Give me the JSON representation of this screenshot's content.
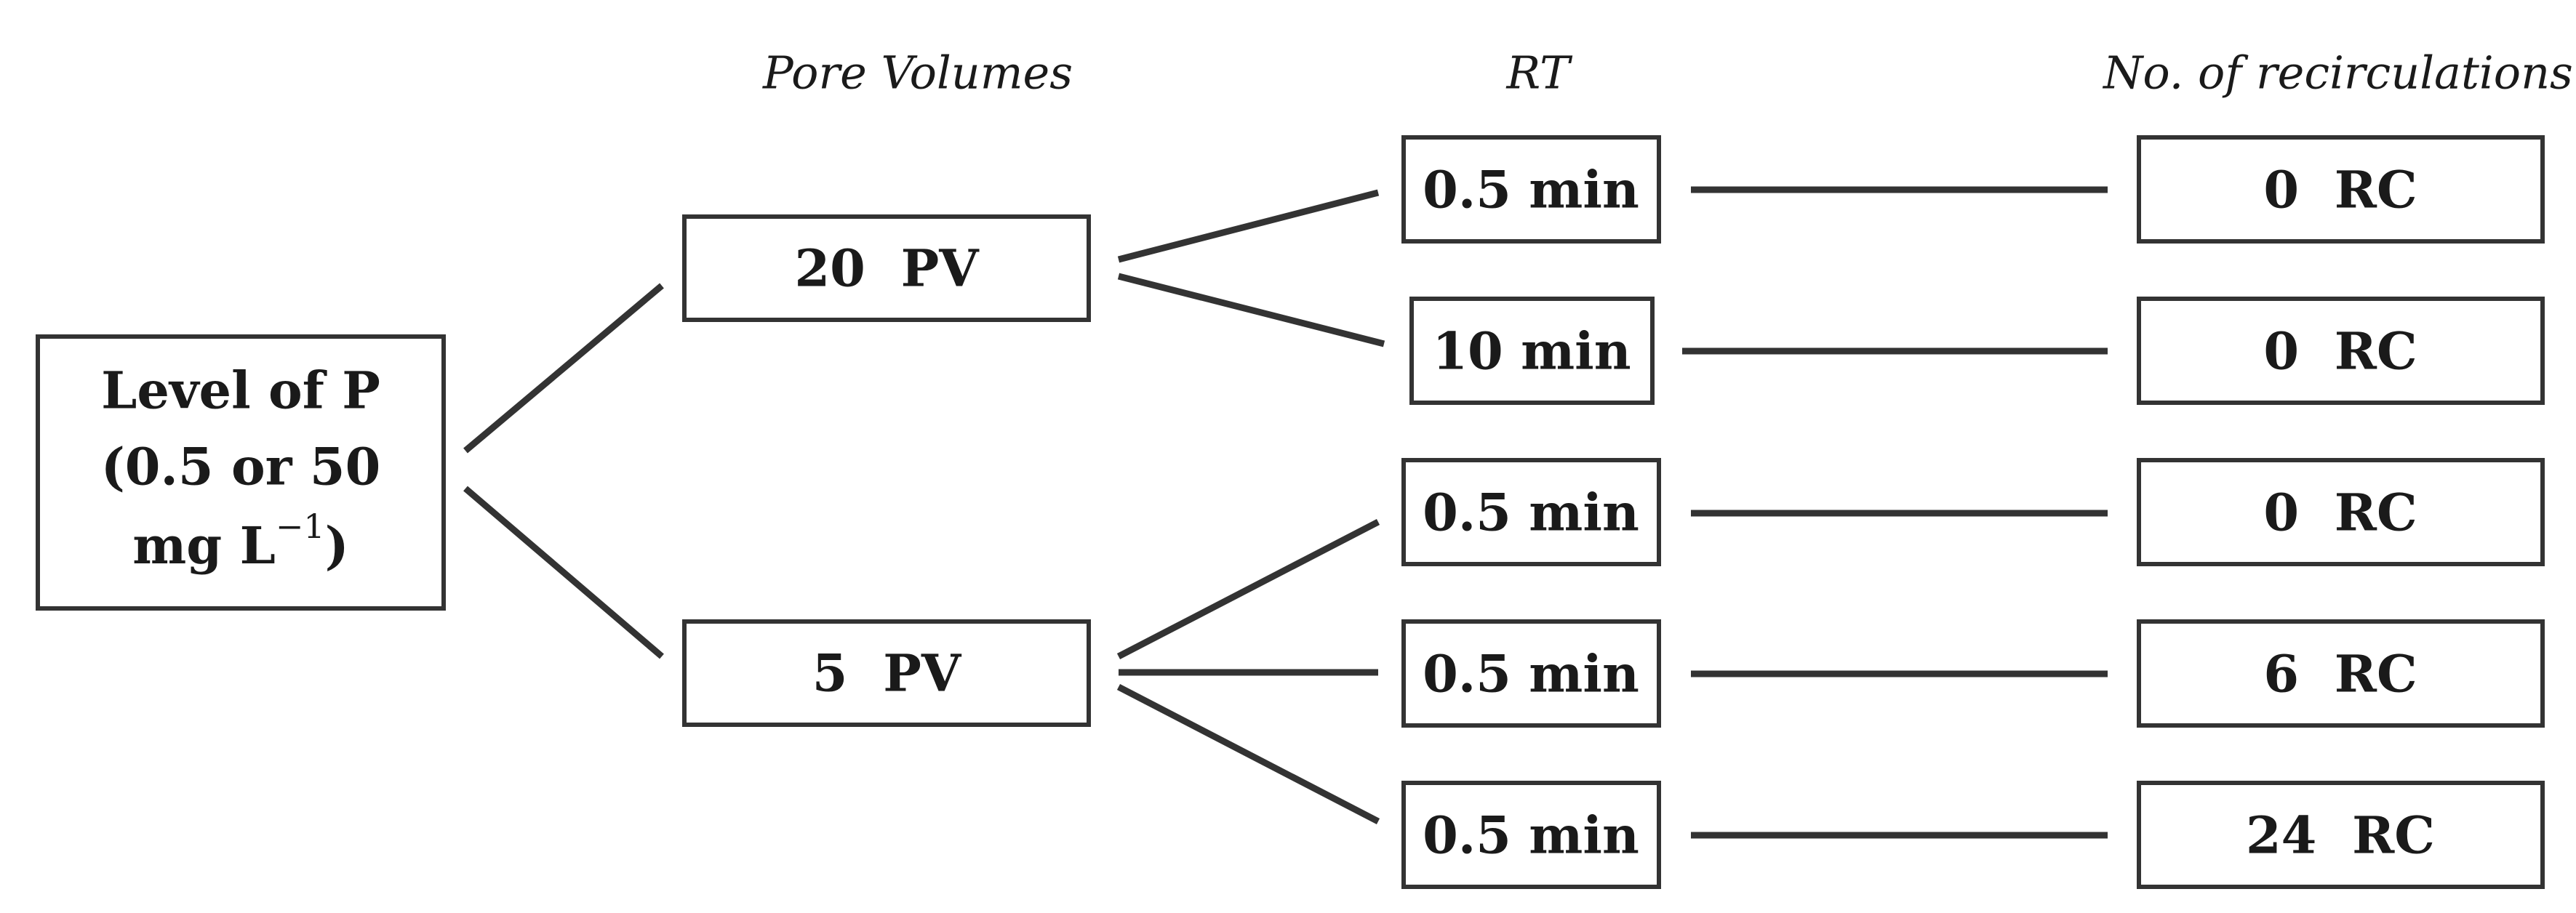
{
  "headers": {
    "pore_volumes": "Pore Volumes",
    "rt": "RT",
    "recirculations": "No. of recirculations"
  },
  "root": {
    "line1": "Level of P",
    "line2": "(0.5 or 50",
    "line3_base": "mg L",
    "line3_sup": "−1",
    "line3_end": ")"
  },
  "pore_volumes": [
    {
      "label": "20  PV"
    },
    {
      "label": "5  PV"
    }
  ],
  "residence_times": [
    {
      "label": "0.5 min"
    },
    {
      "label": "10 min"
    },
    {
      "label": "0.5 min"
    },
    {
      "label": "0.5 min"
    },
    {
      "label": "0.5 min"
    }
  ],
  "recirculations": [
    {
      "label": "0  RC"
    },
    {
      "label": "0  RC"
    },
    {
      "label": "0  RC"
    },
    {
      "label": "6  RC"
    },
    {
      "label": "24  RC"
    }
  ],
  "colors": {
    "stroke": "#333333",
    "text": "#1a1a1a",
    "background": "#ffffff"
  }
}
